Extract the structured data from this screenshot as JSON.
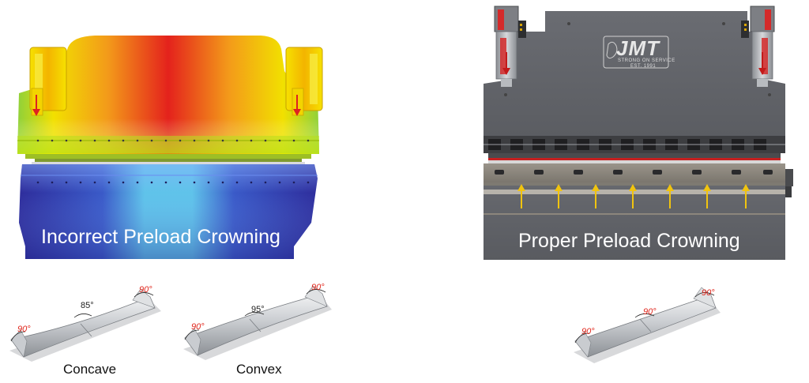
{
  "left_panel": {
    "caption": "Incorrect Preload Crowning"
  },
  "right_panel": {
    "caption": "Proper  Preload Crowning",
    "logo": {
      "brand": "JMT",
      "tagline": "STRONG ON SERVICE",
      "est": "EST. 1991"
    }
  },
  "bends": [
    {
      "label": "Concave",
      "angles": [
        "90°",
        "85°",
        "90°"
      ]
    },
    {
      "label": "Convex",
      "angles": [
        "90°",
        "95°",
        "90°"
      ]
    },
    {
      "label": "",
      "angles": [
        "90°",
        "90°",
        "90°"
      ]
    }
  ],
  "colors": {
    "heat_red": "#e0201b",
    "heat_yellow": "#f3e000",
    "cool_blue": "#2c34a8",
    "machine_gray": "#5f6166",
    "arrow_yellow": "#f1c40f",
    "angle_red": "#e0251b"
  }
}
